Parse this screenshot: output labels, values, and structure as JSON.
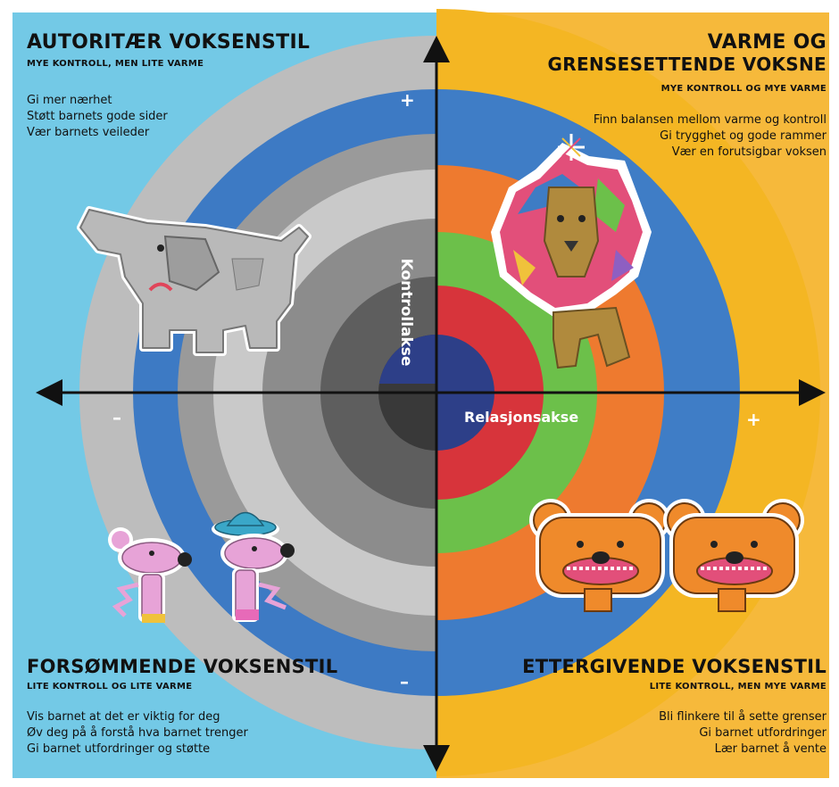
{
  "quadrants": {
    "top_left": {
      "title": "AUTORITÆR VOKSENSTIL",
      "subtitle": "MYE KONTROLL, MEN LITE VARME",
      "tips": [
        "Gi mer nærhet",
        "Støtt barnets gode sider",
        "Vær barnets veileder"
      ]
    },
    "top_right": {
      "title_line1": "VARME OG",
      "title_line2": "GRENSESETTENDE VOKSNE",
      "subtitle": "MYE KONTROLL OG MYE VARME",
      "tips": [
        "Finn balansen mellom varme og kontroll",
        "Gi trygghet og gode rammer",
        "Vær en forutsigbar voksen"
      ]
    },
    "bottom_left": {
      "title": "FORSØMMENDE VOKSENSTIL",
      "subtitle": "LITE KONTROLL OG LITE VARME",
      "tips": [
        "Vis barnet at det er viktig for deg",
        "Øv deg på å forstå hva barnet trenger",
        "Gi barnet utfordringer og støtte"
      ]
    },
    "bottom_right": {
      "title": "ETTERGIVENDE VOKSENSTIL",
      "subtitle": "LITE KONTROLL, MEN MYE VARME",
      "tips": [
        "Bli flinkere til å sette grenser",
        "Gi barnet utfordringer",
        "Lær barnet å vente"
      ]
    }
  },
  "axes": {
    "vertical_label": "Kontrollakse",
    "horizontal_label": "Relasjonsakse",
    "plus": "+",
    "minus": "–"
  },
  "illustrations": {
    "top_left": "elephant",
    "top_right": "lion",
    "bottom_left": "two-mice",
    "bottom_right": "two-bears"
  },
  "colors": {
    "left_background": "#73c9e6",
    "right_background": "#f6b93b",
    "rings_left": [
      "#bdbdbd",
      "#3d7ac4",
      "#9a9a9a",
      "#c9c9c9",
      "#8c8c8c",
      "#5e5e5e",
      "#393939"
    ],
    "rings_right": [
      "#f4b623",
      "#3f7dc6",
      "#ee7a2f",
      "#6cc04a",
      "#d7343b",
      "#2d3f88"
    ],
    "axis": "#111111"
  }
}
